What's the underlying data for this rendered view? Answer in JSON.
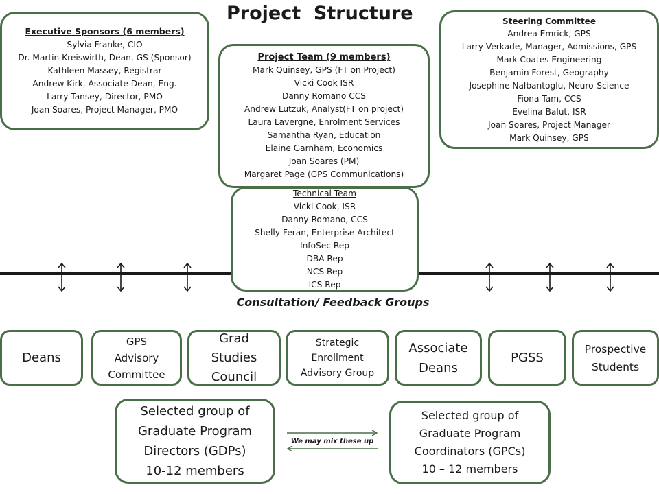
{
  "title": "Project  Structure",
  "executive": {
    "heading": "Executive Sponsors (6 members)",
    "members": [
      "Sylvia Franke, CIO",
      "Dr. Martin Kreiswirth, Dean, GS (Sponsor)",
      "Kathleen Massey, Registrar",
      "Andrew Kirk, Associate Dean, Eng.",
      "Larry Tansey, Director, PMO",
      "Joan Soares, Project Manager, PMO"
    ]
  },
  "project_team": {
    "heading": "Project Team  (9 members)",
    "members": [
      "Mark Quinsey, GPS (FT on Project)",
      "Vicki Cook ISR",
      "Danny Romano CCS",
      "Andrew Lutzuk, Analyst(FT on project)",
      "Laura Lavergne, Enrolment Services",
      "Samantha Ryan, Education",
      "Elaine Garnham, Economics",
      "Joan Soares (PM)",
      "Margaret Page (GPS Communications)"
    ]
  },
  "steering": {
    "heading": "Steering Committee",
    "members": [
      "Andrea Emrick, GPS",
      "Larry Verkade, Manager, Admissions, GPS",
      "Mark Coates Engineering",
      "Benjamin Forest, Geography",
      "Josephine Nalbantoglu, Neuro-Science",
      "Fiona Tam, CCS",
      "Evelina Balut, ISR",
      "Joan Soares, Project Manager",
      "Mark Quinsey, GPS"
    ]
  },
  "technical": {
    "heading": "Technical Team",
    "members": [
      "Vicki Cook, ISR",
      "Danny Romano, CCS",
      "Shelly Feran, Enterprise Architect",
      "InfoSec Rep",
      "DBA Rep",
      "NCS Rep",
      "ICS Rep"
    ]
  },
  "consultation_label": "Consultation/  Feedback Groups",
  "groups": [
    {
      "lines": [
        "Deans"
      ]
    },
    {
      "lines": [
        "GPS",
        "Advisory",
        "Committee"
      ]
    },
    {
      "lines": [
        "Grad",
        "Studies",
        "Council"
      ]
    },
    {
      "lines": [
        "Strategic",
        "Enrollment",
        "Advisory Group"
      ]
    },
    {
      "lines": [
        "Associate",
        "Deans"
      ]
    },
    {
      "lines": [
        "PGSS"
      ]
    },
    {
      "lines": [
        "Prospective",
        "Students"
      ]
    }
  ],
  "gdp": {
    "lines": [
      "Selected group of",
      "Graduate Program",
      "Directors (GDPs)",
      "10-12 members"
    ]
  },
  "gpc": {
    "lines": [
      "Selected group of",
      "Graduate Program",
      "Coordinators (GPCs)",
      "10 – 12 members"
    ]
  },
  "mix_label": "We may mix these up",
  "colors": {
    "border": "#4a6e48",
    "line": "#1a1a1a"
  }
}
